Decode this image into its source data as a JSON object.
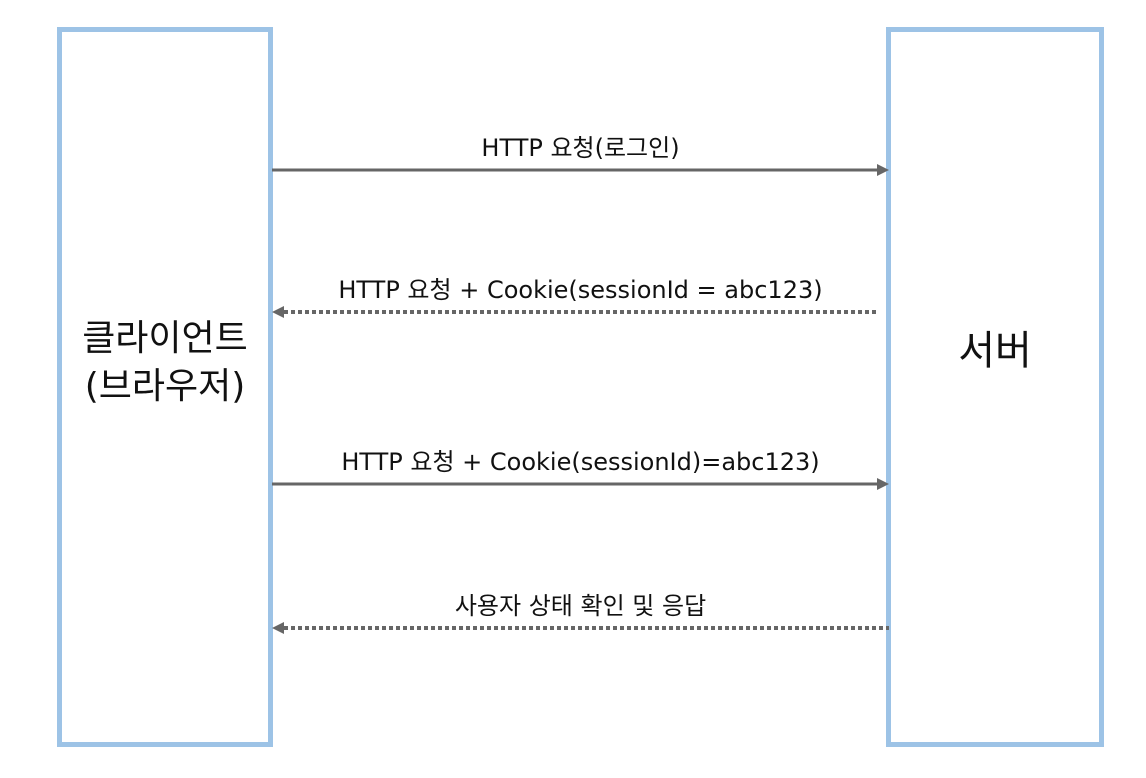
{
  "participants": {
    "client": "클라이언트\n(브라우저)",
    "server": "서버"
  },
  "messages": [
    {
      "label": "HTTP 요청(로그인)",
      "direction": "client-to-server",
      "style": "solid"
    },
    {
      "label": "HTTP 요청 + Cookie(sessionId = abc123)",
      "direction": "server-to-client",
      "style": "dotted"
    },
    {
      "label": "HTTP 요청 + Cookie(sessionId)=abc123)",
      "direction": "client-to-server",
      "style": "solid"
    },
    {
      "label": "사용자 상태 확인 및 응답",
      "direction": "server-to-client",
      "style": "dotted"
    }
  ],
  "colors": {
    "box_border": "#9dc3e6",
    "arrow": "#666666"
  }
}
